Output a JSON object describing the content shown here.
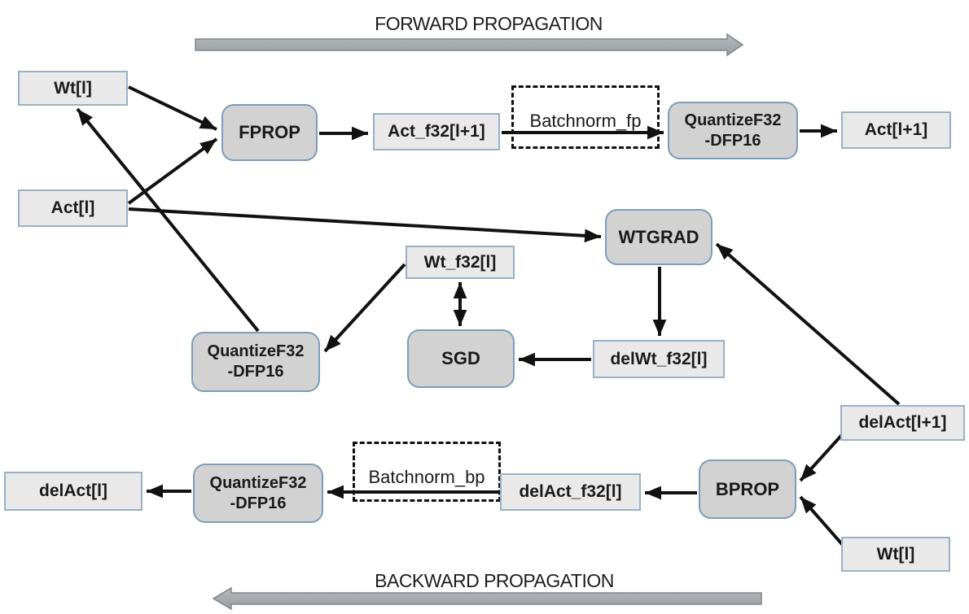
{
  "diagram": {
    "forward_label": "FORWARD PROPAGATION",
    "backward_label": "BACKWARD PROPAGATION",
    "colors": {
      "data_box_fill": "#e9e9e9",
      "data_box_border": "#9ab0c6",
      "process_box_fill": "#d2d2d2",
      "process_box_border": "#7f9cba",
      "dashed_box_border": "#111111",
      "edge_arrow_color": "#111111",
      "banner_arrow_fill": "#a8acaf",
      "banner_arrow_border": "#7e868b",
      "text_color": "#1a1a1a"
    },
    "nodes": {
      "wt_top": {
        "label": "Wt[l]"
      },
      "act_l": {
        "label": "Act[l]"
      },
      "fprop": {
        "label": "FPROP"
      },
      "act_f32": {
        "label": "Act_f32[l+1]"
      },
      "batchnorm_fp": {
        "label": "Batchnorm_fp"
      },
      "quantize_top": {
        "line1": "QuantizeF32",
        "line2": "-DFP16"
      },
      "act_l1": {
        "label": "Act[l+1]"
      },
      "wtgrad": {
        "label": "WTGRAD"
      },
      "wt_f32": {
        "label": "Wt_f32[l]"
      },
      "sgd": {
        "label": "SGD"
      },
      "delwt_f32": {
        "label": "delWt_f32[l]"
      },
      "quantize_mid": {
        "line1": "QuantizeF32",
        "line2": "-DFP16"
      },
      "delact_l1": {
        "label": "delAct[l+1]"
      },
      "bprop": {
        "label": "BPROP"
      },
      "delact_f32": {
        "label": "delAct_f32[l]"
      },
      "batchnorm_bp": {
        "label": "Batchnorm_bp"
      },
      "quantize_bot": {
        "line1": "QuantizeF32",
        "line2": "-DFP16"
      },
      "delact_l": {
        "label": "delAct[l]"
      },
      "wt_btm": {
        "label": "Wt[l]"
      }
    },
    "edges": [
      {
        "from": "Wt[l]",
        "to": "FPROP"
      },
      {
        "from": "Act[l]",
        "to": "FPROP"
      },
      {
        "from": "FPROP",
        "to": "Act_f32[l+1]"
      },
      {
        "from": "Act_f32[l+1]",
        "to": "QuantizeF32-DFP16 (forward)",
        "via": "Batchnorm_fp"
      },
      {
        "from": "QuantizeF32-DFP16 (forward)",
        "to": "Act[l+1]"
      },
      {
        "from": "Act[l]",
        "to": "WTGRAD"
      },
      {
        "from": "delAct[l+1]",
        "to": "WTGRAD"
      },
      {
        "from": "WTGRAD",
        "to": "delWt_f32[l]"
      },
      {
        "from": "delWt_f32[l]",
        "to": "SGD"
      },
      {
        "from": "SGD",
        "to": "Wt_f32[l]",
        "bidirectional": true
      },
      {
        "from": "Wt_f32[l]",
        "to": "QuantizeF32-DFP16 (weight)"
      },
      {
        "from": "QuantizeF32-DFP16 (weight)",
        "to": "Wt[l]"
      },
      {
        "from": "delAct[l+1]",
        "to": "BPROP"
      },
      {
        "from": "Wt[l] (bottom)",
        "to": "BPROP"
      },
      {
        "from": "BPROP",
        "to": "delAct_f32[l]"
      },
      {
        "from": "delAct_f32[l]",
        "to": "QuantizeF32-DFP16 (backward)",
        "via": "Batchnorm_bp"
      },
      {
        "from": "QuantizeF32-DFP16 (backward)",
        "to": "delAct[l]"
      }
    ]
  }
}
